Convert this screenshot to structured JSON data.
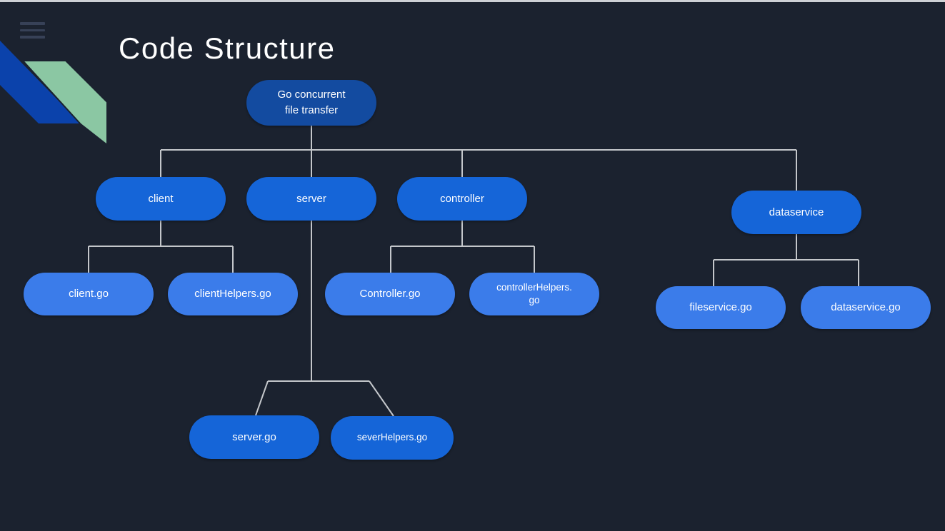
{
  "header": {
    "title": "Code Structure"
  },
  "colors": {
    "background": "#1b222f",
    "top_border": "#ced1d5",
    "title_text": "#ffffff",
    "menu_icon": "#374157",
    "root_fill": "#134ba0",
    "branch_fill": "#1565d8",
    "leaf_fill": "#3b7cea",
    "node_text": "#ffffff",
    "connector": "#c4c7cb",
    "ribbon_blue": "#0b42ab",
    "ribbon_green": "#8bc7a3"
  },
  "tree": {
    "root": {
      "label": "Go concurrent file transfer",
      "lines": [
        "Go concurrent",
        "file transfer"
      ]
    },
    "level1": [
      {
        "id": "client",
        "label": "client",
        "parent": "root"
      },
      {
        "id": "server",
        "label": "server",
        "parent": "root"
      },
      {
        "id": "controller",
        "label": "controller",
        "parent": "root"
      },
      {
        "id": "dataservice",
        "label": "dataservice",
        "parent": "root"
      }
    ],
    "level2": [
      {
        "id": "client-go",
        "label": "client.go",
        "parent": "client"
      },
      {
        "id": "clienthelpers-go",
        "label": "clientHelpers.go",
        "parent": "client"
      },
      {
        "id": "controller-go",
        "label": "Controller.go",
        "parent": "controller"
      },
      {
        "id": "controllerhelpers-go",
        "label": "controllerHelpers.go",
        "lines": [
          "controllerHelpers.",
          "go"
        ],
        "parent": "controller"
      },
      {
        "id": "fileservice-go",
        "label": "fileservice.go",
        "parent": "dataservice"
      },
      {
        "id": "dataservice-go",
        "label": "dataservice.go",
        "parent": "dataservice"
      },
      {
        "id": "server-go",
        "label": "server.go",
        "parent": "server"
      },
      {
        "id": "severhelpers-go",
        "label": "severHelpers.go",
        "parent": "server"
      }
    ]
  }
}
